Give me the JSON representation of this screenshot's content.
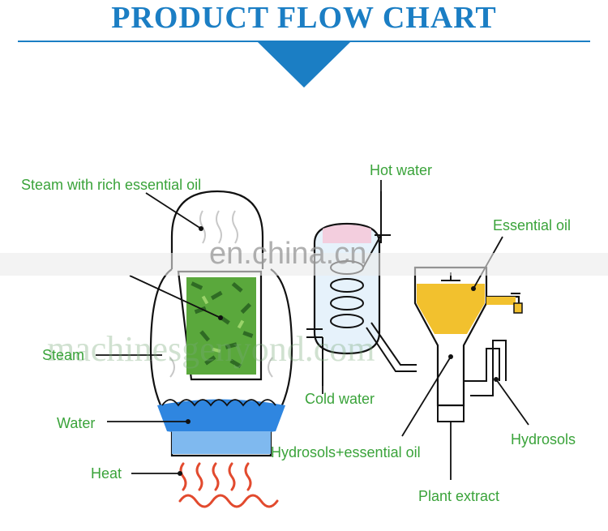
{
  "title": "PRODUCT FLOW CHART",
  "colors": {
    "title_blue": "#1b7ec4",
    "label_green": "#3aa33a",
    "water_blue": "#2f86e0",
    "oil_yellow": "#f2c12e",
    "heat_red": "#e24a2e",
    "herb_green": "#5aa83c"
  },
  "labels": {
    "steam_rich": "Steam with rich essential oil",
    "steam": "Steam",
    "water": "Water",
    "heat": "Heat",
    "hot_water": "Hot water",
    "cold_water": "Cold water",
    "essential_oil": "Essential oil",
    "hydrosols_essential_oil": "Hydrosols+essential oil",
    "hydrosols": "Hydrosols",
    "plant_extract": "Plant extract"
  },
  "watermarks": {
    "top": "en.china.cn",
    "middle": "machinesgenyond.com"
  }
}
